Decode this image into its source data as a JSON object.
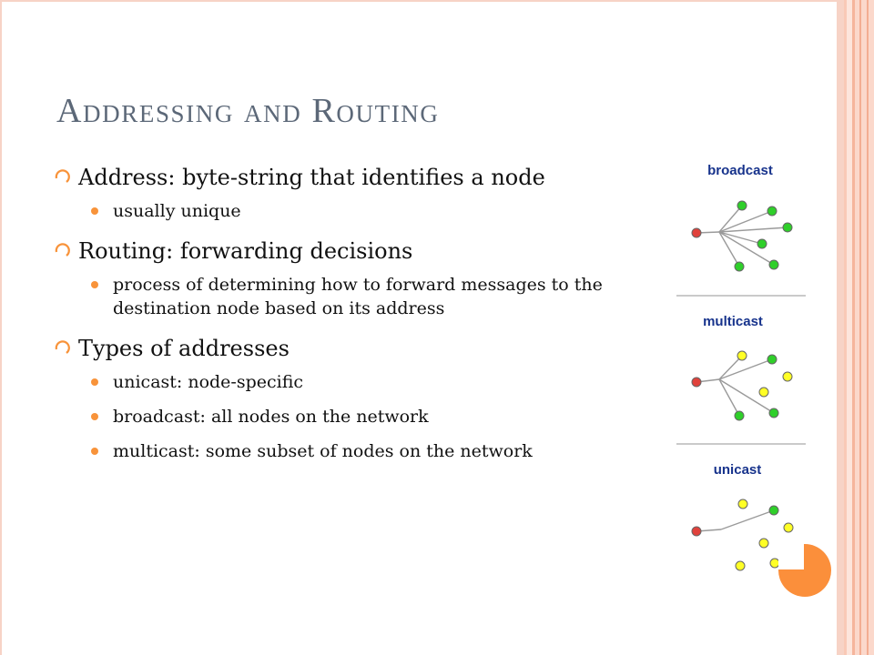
{
  "slide": {
    "title": "Addressing and Routing",
    "bullets": [
      {
        "text": "Address: byte-string that identifies a node",
        "sub": [
          {
            "text": "usually unique"
          }
        ]
      },
      {
        "text": "Routing: forwarding decisions",
        "sub": [
          {
            "text": "process of determining how to forward messages to the destination node based on its address"
          }
        ]
      },
      {
        "text": "Types of addresses",
        "sub": [
          {
            "text": "unicast: node-specific"
          },
          {
            "text": "broadcast: all nodes on the network"
          },
          {
            "text": "multicast: some subset of nodes on the network"
          }
        ]
      }
    ]
  },
  "diagram": {
    "panels": [
      {
        "label": "broadcast"
      },
      {
        "label": "multicast"
      },
      {
        "label": "unicast"
      }
    ],
    "colors": {
      "source": "#e0423c",
      "receiver": "#2fcf2a",
      "non_receiver": "#ffff26",
      "label": "#17338c",
      "accent": "#fb8f3b"
    }
  }
}
